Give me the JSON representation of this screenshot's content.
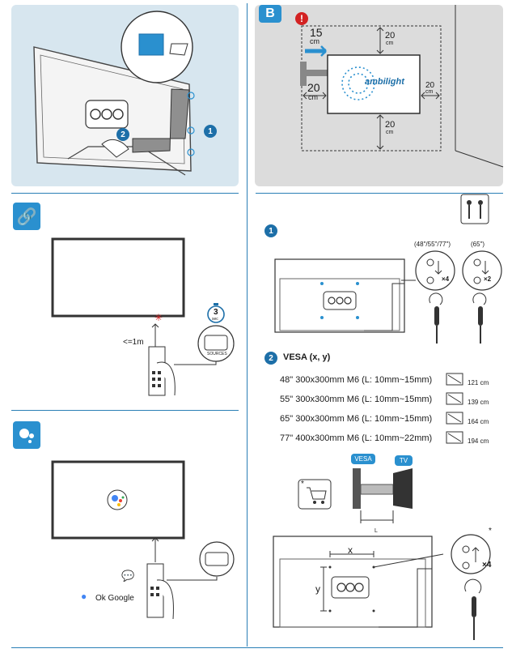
{
  "panel_b": {
    "label": "B",
    "warning": "!",
    "dim_side": "15",
    "dim_side_unit": "cm",
    "dim_top": "20",
    "dim_top_unit": "cm",
    "dim_left": "20",
    "dim_left_unit": "cm",
    "dim_right": "20",
    "dim_right_unit": "cm",
    "dim_bottom": "20",
    "dim_bottom_unit": "cm",
    "brand": "ambilight"
  },
  "steps": {
    "step1": "1",
    "step2": "2"
  },
  "panel_a": {
    "step1": "1",
    "step2": "2"
  },
  "remote_section": {
    "distance": "<=1m",
    "timer": "3",
    "timer_unit": "sec",
    "button_label": "SOURCES"
  },
  "google_section": {
    "ok_google": "Ok Google"
  },
  "screws": {
    "sizes_4": "(48\"/55\"/77\")",
    "sizes_2": "(65\")",
    "count_4": "×4",
    "count_2": "×2"
  },
  "vesa": {
    "title": "VESA (x, y)",
    "rows": [
      {
        "model": "48\"  300x300mm M6 (L: 10mm~15mm)",
        "size": "121 cm"
      },
      {
        "model": "55\"  300x300mm M6 (L: 10mm~15mm)",
        "size": "139 cm"
      },
      {
        "model": "65\"  300x300mm M6 (L: 10mm~15mm)",
        "size": "164 cm"
      },
      {
        "model": "77\"  400x300mm M6 (L: 10mm~22mm)",
        "size": "194 cm"
      }
    ],
    "tag_vesa": "VESA",
    "tag_tv": "TV",
    "label_l": "L",
    "cart_star": "*",
    "axis_x": "x",
    "axis_y": "y",
    "screw_star": "*",
    "screw_count": "×4"
  }
}
